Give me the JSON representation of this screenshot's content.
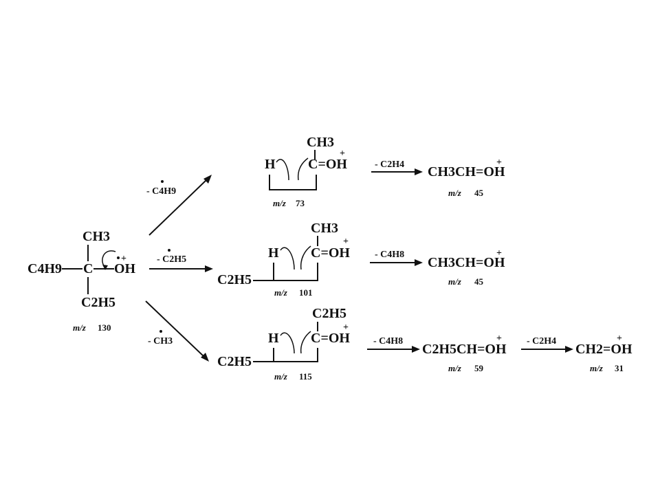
{
  "precursor": {
    "top": "CH3",
    "left": "C4H9",
    "center": "C",
    "right": "OH",
    "bottom": "C2H5",
    "mz_label": "m/z",
    "mz_value": "130"
  },
  "losses": {
    "a": "- C4H9",
    "b": "- C2H5",
    "c": "- CH3"
  },
  "row1": {
    "h": "H",
    "top": "CH3",
    "ion": "C=OH",
    "mz_label": "m/z",
    "mz_value": "73",
    "loss": "- C2H4",
    "product": "CH3CH=OH",
    "product_mz_label": "m/z",
    "product_mz_value": "45"
  },
  "row2": {
    "left": "C2H5",
    "h": "H",
    "top": "CH3",
    "ion": "C=OH",
    "mz_label": "m/z",
    "mz_value": "101",
    "loss": "- C4H8",
    "product": "CH3CH=OH",
    "product_mz_label": "m/z",
    "product_mz_value": "45"
  },
  "row3": {
    "left": "C2H5",
    "h": "H",
    "top": "C2H5",
    "ion": "C=OH",
    "mz_label": "m/z",
    "mz_value": "115",
    "loss1": "- C4H8",
    "product1": "C2H5CH=OH",
    "product1_mz_label": "m/z",
    "product1_mz_value": "59",
    "loss2": "- C2H4",
    "product2": "CH2=OH",
    "product2_mz_label": "m/z",
    "product2_mz_value": "31"
  }
}
